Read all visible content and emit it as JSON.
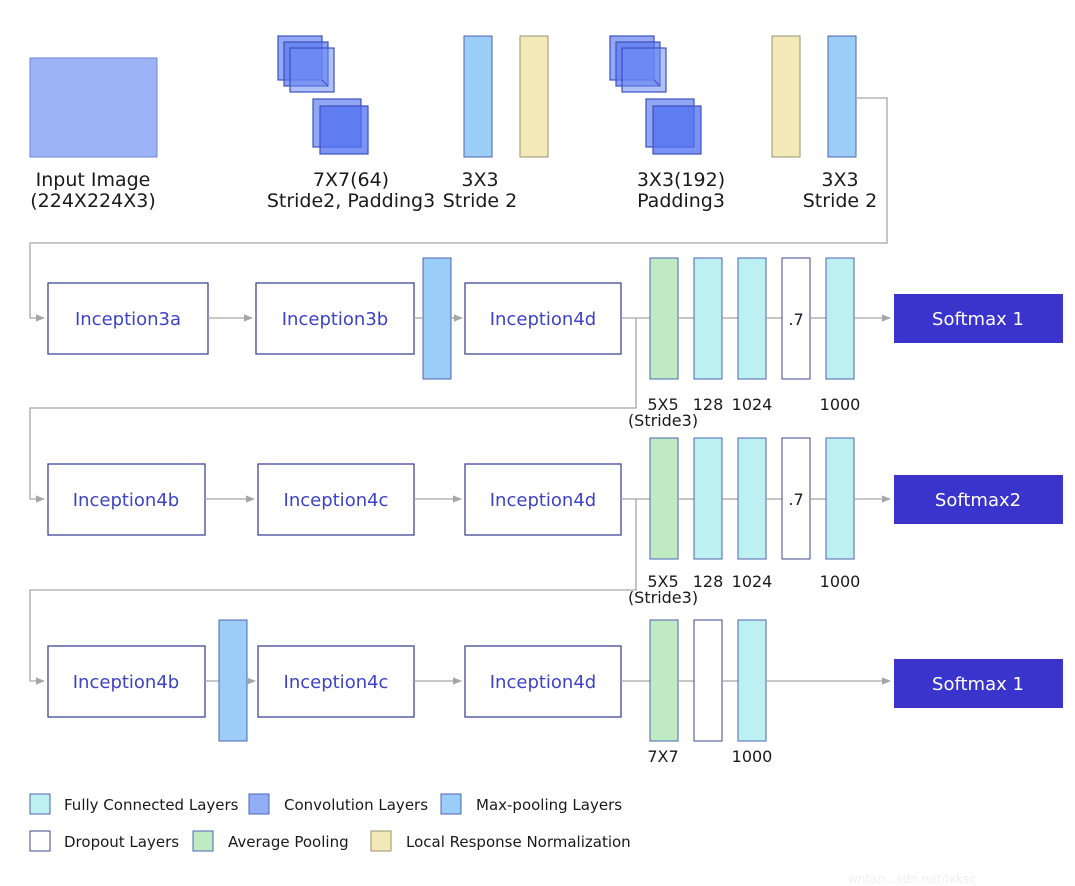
{
  "colors": {
    "fully_connected": "#bdf0f0",
    "convolution": "#92aef7",
    "max_pooling": "#9ccdf7",
    "dropout": "#ffffff",
    "average_pooling": "#bfeac2",
    "lrn": "#f3e9b8",
    "input_image": "#9cb4f5",
    "conv_kernel_dark": "#3a5ae6",
    "softmax": "#3a33cc",
    "inception_text": "#3d43c7",
    "stroke": "#3f4796",
    "arrow": "#a6a6a6",
    "label": "#1a1a1a"
  },
  "top_row": {
    "input_label_1": "Input Image",
    "input_label_2": "(224X224X3)",
    "conv1_label_1": "7X7(64)",
    "conv1_label_2": "Stride2, Padding3",
    "pool1_label_1": "3X3",
    "pool1_label_2": "Stride 2",
    "conv2_label_1": "3X3(192)",
    "conv2_label_2": "Padding3",
    "pool2_label_1": "3X3",
    "pool2_label_2": "Stride 2"
  },
  "row1": {
    "module_a": "Inception3a",
    "module_b": "Inception3b",
    "module_c": "Inception4d",
    "dropout_label": ".7",
    "softmax": "Softmax 1",
    "sizes": {
      "pool": "5X5",
      "pool_stride": "(Stride3)",
      "fc1": "128",
      "fc2": "1024",
      "fc3": "1000"
    }
  },
  "row2": {
    "module_a": "Inception4b",
    "module_b": "Inception4c",
    "module_c": "Inception4d",
    "dropout_label": ".7",
    "softmax": "Softmax2",
    "sizes": {
      "pool": "5X5",
      "pool_stride": "(Stride3)",
      "fc1": "128",
      "fc2": "1024",
      "fc3": "1000"
    }
  },
  "row3": {
    "module_a": "Inception4b",
    "module_b": "Inception4c",
    "module_c": "Inception4d",
    "softmax": "Softmax 1",
    "sizes": {
      "pool": "7X7",
      "fc": "1000"
    }
  },
  "legend": {
    "fully_connected": "Fully Connected Layers",
    "convolution": "Convolution Layers",
    "max_pooling": "Max-pooling Layers",
    "dropout": "Dropout Layers",
    "average_pooling": "Average Pooling",
    "lrn": "Local Response Normalization"
  },
  "watermark": "wntan...sdn.net/lxksc"
}
